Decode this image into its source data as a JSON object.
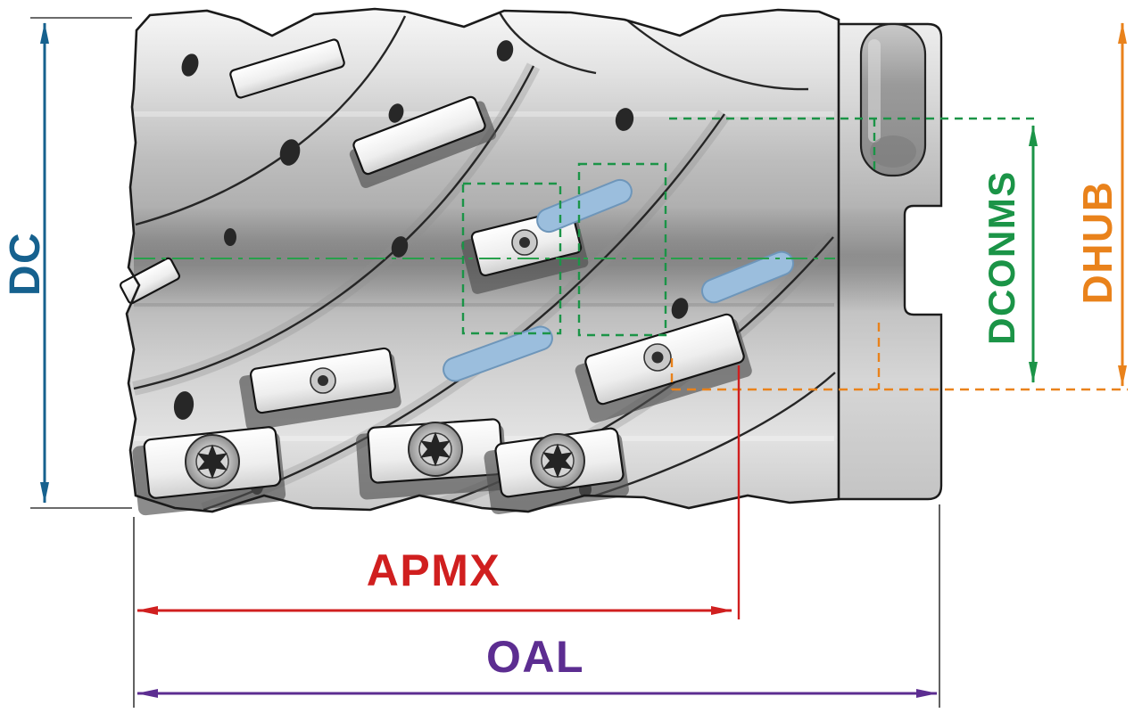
{
  "labels": {
    "dc": "DC",
    "dconms": "DCONMS",
    "dhub": "DHUB",
    "apmx": "APMX",
    "oal": "OAL"
  },
  "colors": {
    "dc": "#16618e",
    "dconms": "#1b9447",
    "dhub": "#e9821b",
    "apmx": "#d01f1f",
    "oal": "#5c2d91",
    "centerline": "#27a04b",
    "coolant": "#9bbedd",
    "coolant_edge": "#6e96ba"
  }
}
